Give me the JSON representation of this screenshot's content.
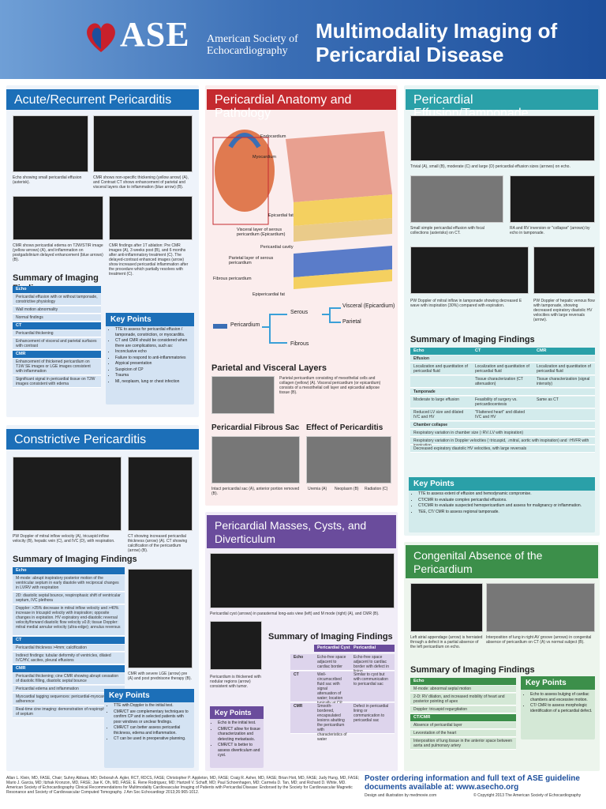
{
  "header": {
    "logo_text": "ASE",
    "logo_sub": "American Society of Echocardiography",
    "title": "Multimodality Imaging of Pericardial Disease"
  },
  "acute": {
    "title": "Acute/Recurrent Pericarditis",
    "cap1": "Echo showing small pericardial effusion (asterisk).",
    "cap2": "CMR shows non-specific thickening (yellow arrow) (A), and Contrast CT shows enhancement of parietal and visceral layers due to inflammation (blue arrow) (B).",
    "cap3": "CMR shows pericardial edema on T2W/STIR image (yellow arrows) (A), and inflammation on postgadolinium delayed enhancement (blue arrows) (B).",
    "cap4": "CMR findings after 1T ablation: Pre CMR images (A), 3 weeks post (B), and 6 months after anti-inflammatory treatment (C). The delayed-contrast enhanced images (arrow) show increased pericardial inflammation after the procedure which partially resolves with treatment (C).",
    "summary_title": "Summary of Imaging Findings",
    "summary": [
      {
        "head": "Echo",
        "rows": [
          "Pericardial effusion with or without tamponade, constrictive physiology",
          "Wall motion abnormality",
          "Normal findings"
        ]
      },
      {
        "head": "CT",
        "rows": [
          "Pericardial thickening",
          "Enhancement of visceral and parietal surfaces with contrast"
        ]
      },
      {
        "head": "CMR",
        "rows": [
          "Enhancement of thickened pericardium on T1W SE images or LGE images consistent with inflammation",
          "Significant signal in pericardial tissue on T2W images consistent with edema"
        ]
      }
    ],
    "kp_title": "Key Points",
    "kp": [
      "TTE to assess for pericardial effusion / tamponade, constriction, or myocarditis.",
      "CT and CMR should be considered when there are complications, such as:",
      "Inconclusive echo",
      "Failure to respond to anti-inflammatories",
      "Atypical presentation",
      "Suspicion of CP",
      "Trauma",
      "MI, neoplasm, lung or chest infection"
    ]
  },
  "anatomy": {
    "title": "Pericardial Anatomy and Pathology",
    "labels": [
      "Endocardium",
      "Myocardium",
      "Epicardial fat",
      "Visceral layer of serous pericardium (Epicardium)",
      "Pericardial cavity",
      "Parietal layer of serous pericardium",
      "Fibrous pericardium",
      "Epipericardial fat"
    ],
    "tree_root": "Pericardium",
    "tree_serous": "Serous",
    "tree_fibrous": "Fibrous",
    "tree_visceral": "Visceral (Epicardium)",
    "tree_parietal": "Parietal",
    "layers_title": "Parietal and Visceral Layers",
    "layers_cap": "Parietal pericardium consisting of mesothelial cells and collagen (yellow) (A). Visceral pericardium (or epicardium) consists of a mesothelial cell layer and epicardial adipose tissue (B).",
    "fibrous_title": "Pericardial Fibrous Sac",
    "fibrous_cap": "Intact pericardial sac (A), anterior portion removed (B).",
    "effect_title": "Effect of Pericarditis",
    "effect_labels": [
      "Uremia (A)",
      "Neoplasm (B)",
      "Radiation (C)"
    ]
  },
  "effusion": {
    "title": "Pericardial Effusion/Tamponade",
    "cap1": "Trivial (A), small (B), moderate (C) and large (D) pericardial effusion sizes (arrows) on echo.",
    "cap2": "Small simple pericardial effusion with focal collections (asterisks) on CT.",
    "cap3": "RA and RV inversion or \"collapse\" (arrows) by echo in tamponade.",
    "cap4": "PW Doppler of mitral inflow in tamponade showing decreased E wave with inspiration (30%) compared with expiration.",
    "cap5": "PW Doppler of hepatic venous flow with tamponade, showing decreased expiratory diastolic HV velocities with large reversals (arrow).",
    "summary_title": "Summary of Imaging Findings",
    "cols": [
      "Echo",
      "CT",
      "CMR"
    ],
    "sec1": "Effusion",
    "sec1_rows": [
      [
        "Localization and quantitation of pericardial fluid",
        "Localization and quantitation of pericardial fluid",
        "Localization and quantitation of pericardial fluid"
      ],
      [
        "",
        "Tissue characterization (CT attenuation)",
        "Tissue characterization (signal intensity)"
      ]
    ],
    "sec2": "Tamponade",
    "sec2_rows": [
      [
        "Moderate to large effusion",
        "Feasibility of surgery vs. pericardiocentesis",
        "Same as CT"
      ],
      [
        "Reduced LV size and dilated IVC and HV",
        "\"Flattened heart\" and dilated IVC and HV",
        ""
      ]
    ],
    "sec3": "Chamber collapse",
    "sec3_rows": [
      "Respiratory variation in chamber size (↑RV↓LV with inspiration)",
      "Respiratory variation in Doppler velocities (↑tricuspid, ↓mitral, aortic with inspiration) and ↑HVFR with inspiration",
      "Decreased expiratory diastolic HV velocities, with large reversals"
    ],
    "kp_title": "Key Points",
    "kp": [
      "TTE to assess extent of effusion and hemodynamic compromise.",
      "CT/CMR to evaluate complex pericardial effusions.",
      "CT/CMR to evaluate suspected hemopericardium and assess for malignancy or inflammation.",
      "TEE, CT/ CMR to assess regional tamponade."
    ]
  },
  "constrictive": {
    "title": "Constrictive Pericarditis",
    "cap1": "PW Doppler of mitral inflow velocity (A), tricuspid inflow velocity (B), hepatic vein (C), and IVC (D), with respiration.",
    "cap2": "CT showing increased pericardial thickness (arrow) (A). CT showing calcification of the pericardium (arrow) (B).",
    "cap3": "CMR with severe LGE (arrow) pre (A) and post prednisone therapy (B).",
    "summary_title": "Summary of Imaging Findings",
    "summary": [
      {
        "head": "Echo",
        "rows": [
          "M-mode: abrupt inspiratory posterior motion of the ventricular septum in early diastole with reciprocal changes in LV/RV with respiration",
          "2D: diastolic septal bounce, respirophasic shift of ventricular septum, IVC plethora",
          "Doppler: >25% decrease in mitral inflow velocity and >40% increase in tricuspid velocity with inspiration; opposite changes in expiration. HV expiratory end-diastolic reversal velocity/forward diastolic flow velocity ≥0.8; tissue Doppler: mitral medial annular velocity (ultra-edge); annulus reversus"
        ]
      },
      {
        "head": "CT",
        "rows": [
          "Pericardial thickness >4mm; calcification",
          "Indirect findings: tubular deformity of ventricles, dilated IVC/HV, ascites, pleural effusions"
        ]
      },
      {
        "head": "CMR",
        "rows": [
          "Pericardial thickening; cine CMR showing abrupt cessation of diastolic filling, diastolic septal bounce",
          "Pericardial edema and inflammation",
          "Myocardial tagging sequences: pericardial-myocardial adherence",
          "Real-time cine imaging: demonstration of respirophasic shift of septum"
        ]
      }
    ],
    "kp_title": "Key Points",
    "kp": [
      "TTE with Doppler is the initial test.",
      "CMR/CT are complementary techniques to confirm CP and in selected patients with poor windows or unclear findings.",
      "CMR/CT can better assess pericardial thickness, edema and inflammation.",
      "CT can be used in preoperative planning."
    ]
  },
  "masses": {
    "title": "Pericardial Masses, Cysts, and Diverticulum",
    "cap1": "Pericardial cyst (arrows) in parasternal long-axis view (left) and M mode (right) (A), and CMR (B).",
    "cap2": "Pericardium is thickened with nodular regions (arrow) consistent with tumor.",
    "summary_title": "Summary of Imaging Findings",
    "cols": [
      "Pericardial Cyst",
      "Pericardial Diverticulum"
    ],
    "rows": [
      {
        "mod": "Echo",
        "a": "Echo-free space adjacent to cardiac border",
        "b": "Echo-free space adjacent to cardiac border with defect in lining"
      },
      {
        "mod": "CT",
        "a": "Well-circumscribed fluid sac with signal attenuation of water; location typically at CP angle",
        "b": "Similar to cyst but with communication to pericardial sac"
      },
      {
        "mod": "CMR",
        "a": "Smooth-bordered, encapsulated lesions abutting the pericardium with characteristics of water",
        "b": "Defect in pericardial lining or communication to pericardial sac"
      }
    ],
    "kp_title": "Key Points",
    "kp": [
      "Echo is the initial test.",
      "CMR/CT allow for tissue characterization and detecting metastasis.",
      "CMR/CT is better to assess diverticulum and cyst."
    ]
  },
  "congenital": {
    "title": "Congenital Absence of the Pericardium",
    "cap1": "Left atrial appendage (arrow) is herniated through a defect in a partial absence of the left pericardium on echo.",
    "cap2": "Interposition of lung in right AV groove (arrows) in congenital absence of pericardium on CT (A) vs normal subject (B).",
    "summary_title": "Summary of Imaging Findings",
    "summary": [
      {
        "head": "Echo",
        "rows": [
          "M-mode: abnormal septal motion",
          "2-D: RV dilation, and increased mobility of heart and posterior pointing of apex",
          "Doppler: tricuspid regurgitation"
        ]
      },
      {
        "head": "CT/CMR",
        "rows": [
          "Absence of pericardial layer",
          "Levorotation of the heart",
          "Interposition of lung tissue in the anterior space between aorta and pulmonary artery"
        ]
      }
    ],
    "kp_title": "Key Points",
    "kp": [
      "Echo to assess bulging of cardiac chambers and excessive motion.",
      "CT/ CMR to assess morphologic identification of a pericardial defect."
    ]
  },
  "footer": {
    "citation": "Allan L. Klein, MD, FASE, Chair; Suhny Abbara, MD; Deborah A. Agler, RCT, RDCS, FASE; Christopher P. Appleton, MD, FASE; Craig R. Asher, MD, FASE; Brian Hoit, MD, FASE; Judy Hung, MD, FASE; Mario J. Garcia, MD; Itzhak Kronzon, MD, FASE; Jae K. Oh, MD, FASE; E. Rene Rodriguez, MD; Hartzell V. Schaff, MD; Paul Schoenhagen, MD; Carmela D. Tan, MD; and Richard D. White, MD. American Society of Echocardiography Clinical Recommendations for Multimodality Cardiovascular Imaging of Patients with Pericardial Disease: Endorsed by the Society for Cardiovascular Magnetic Resonance and Society of Cardiovascular Computed Tomography. J Am Soc Echocardiogr 2013;26:965-1012.",
    "order": "Poster ordering information and full text of ASE guideline documents available at: www.asecho.org",
    "design": "Design and illustration by medmovie.com",
    "copyright": "© Copyright 2013 The American Society of Echocardiography"
  }
}
